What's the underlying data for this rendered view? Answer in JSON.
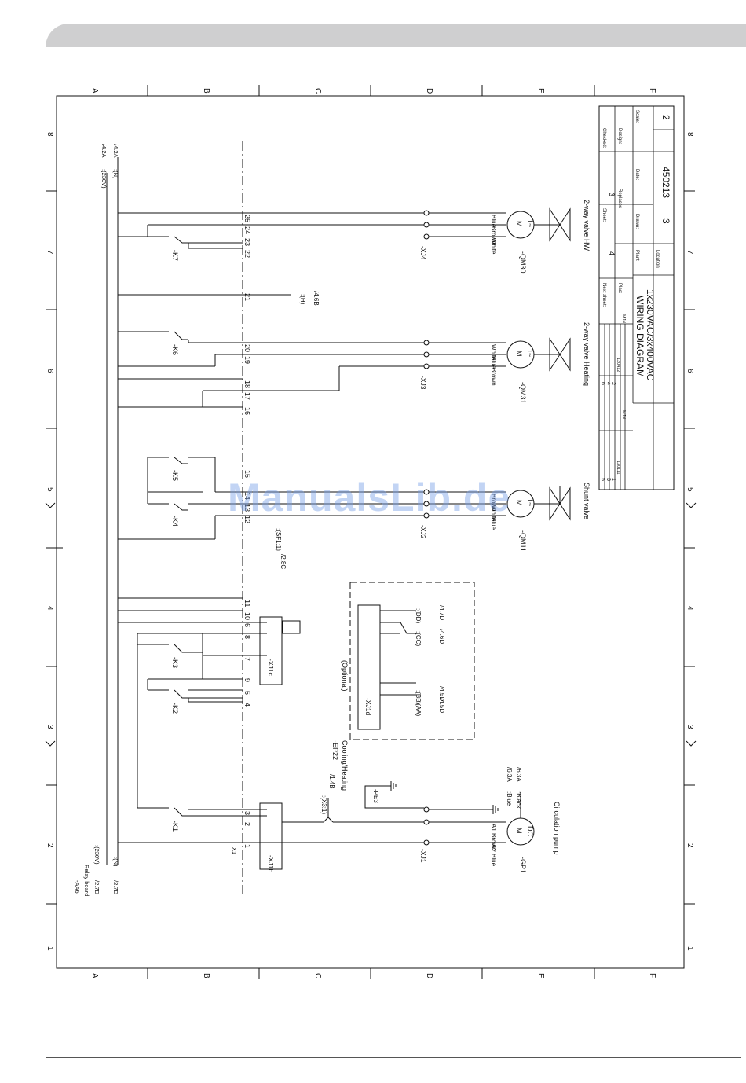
{
  "grid": {
    "columns": [
      "A",
      "B",
      "C",
      "D",
      "E",
      "F"
    ],
    "rows": [
      "8",
      "7",
      "6",
      "5",
      "4",
      "3",
      "2",
      "1"
    ]
  },
  "title_block": {
    "title_line1": "WIRING DIAGRAM",
    "title_line2": "1x230VAC/3x400VAC",
    "drawing_number": "450213",
    "sheet_value": "3",
    "next_sheet_value": "4",
    "version_value": "2",
    "labels": {
      "checked": "Checked:",
      "design": "Design:",
      "scale": "Scale:",
      "date": "Date:",
      "drawn": "Drawn:",
      "sheet": "Sheet:",
      "replaces": "Replaces",
      "plant": "Plant",
      "location": "Location",
      "next_sheet": "Next sheet:",
      "plac": "Plac:"
    },
    "revisions": [
      {
        "rev": "5",
        "date": "",
        "by": ""
      },
      {
        "rev": "3",
        "date": "",
        "by": ""
      },
      {
        "rev": "1",
        "date": "130111",
        "by": "MJN"
      },
      {
        "rev": "6",
        "date": "",
        "by": ""
      },
      {
        "rev": "4",
        "date": "",
        "by": ""
      },
      {
        "rev": "2",
        "date": "130412",
        "by": "MJN"
      }
    ]
  },
  "relay_board": {
    "name": "-AA6",
    "subtitle": "Relay board",
    "ref_230v": "/2.7D",
    "ref_n": "/2.7D",
    "label_230v": ":(230V)",
    "label_n": ":(N)",
    "top_label_230v": ":(230V)",
    "top_label_n": ":(N)",
    "top_ref_230v": "/4.2A",
    "top_ref_n": "/4.2A",
    "terminal_block": "X1"
  },
  "terminals": [
    "25",
    "24",
    "23",
    "22",
    "21",
    "20",
    "19",
    "18",
    "17",
    "16",
    "15",
    "14",
    "13",
    "12",
    "11",
    "10",
    "9",
    "8",
    "7",
    "6",
    "5",
    "4",
    "3",
    "2",
    "1"
  ],
  "relays": [
    "-K7",
    "-K6",
    "-K5",
    "-K4",
    "-K3",
    "-K2",
    "-K1"
  ],
  "connectors": [
    "-XJ4",
    "-XJ3",
    "-XJ2",
    "-XJ1",
    "-XJ1c",
    "-XJ1b",
    "-XJ1d"
  ],
  "devices": {
    "qm30": {
      "name": "-QM30",
      "caption": "2-way valve HW",
      "wires": [
        "Blue",
        "Brown",
        "White"
      ]
    },
    "qm31": {
      "name": "-QM31",
      "caption": "2-way valve Heating",
      "wires": [
        "White",
        "Blue",
        "Brown"
      ]
    },
    "qm11": {
      "name": "-QM11",
      "caption": "Shunt valve",
      "wires": [
        "Brown",
        "White",
        "Blue"
      ]
    },
    "gp1": {
      "name": "-GP1",
      "caption": "Circulation pump",
      "wires": [
        "A2 Blue",
        "A1 Brown"
      ]
    },
    "ep22": {
      "name": "-EP22",
      "caption": "Cooling/Heating",
      "note": "(Optional)"
    },
    "pe3": {
      "name": "-PE3"
    }
  },
  "cross_refs": {
    "h": ":(H)",
    "h_ref": "/4.6B",
    "sf1": ":(SF1:1)",
    "sf1_ref": "/2.8C",
    "x3": ":(X3:1)",
    "x3_ref": "/1.4B",
    "dd": ":(DD)",
    "dd_ref": "/4.7D",
    "cc": ":(CC)",
    "cc_ref": "/4.6D",
    "bb": ":(BB)",
    "bb_ref": "/4.5D",
    "aa": ":(AA)",
    "aa_ref": "/4.5D",
    "blue": ":Blue",
    "blue_ref": "/6.3A",
    "black": ":Black",
    "black_ref": "/6.3A"
  },
  "motor_symbol": {
    "m": "M",
    "ac": "1~",
    "dc": "DC"
  },
  "watermark": "ManualsLib.de"
}
